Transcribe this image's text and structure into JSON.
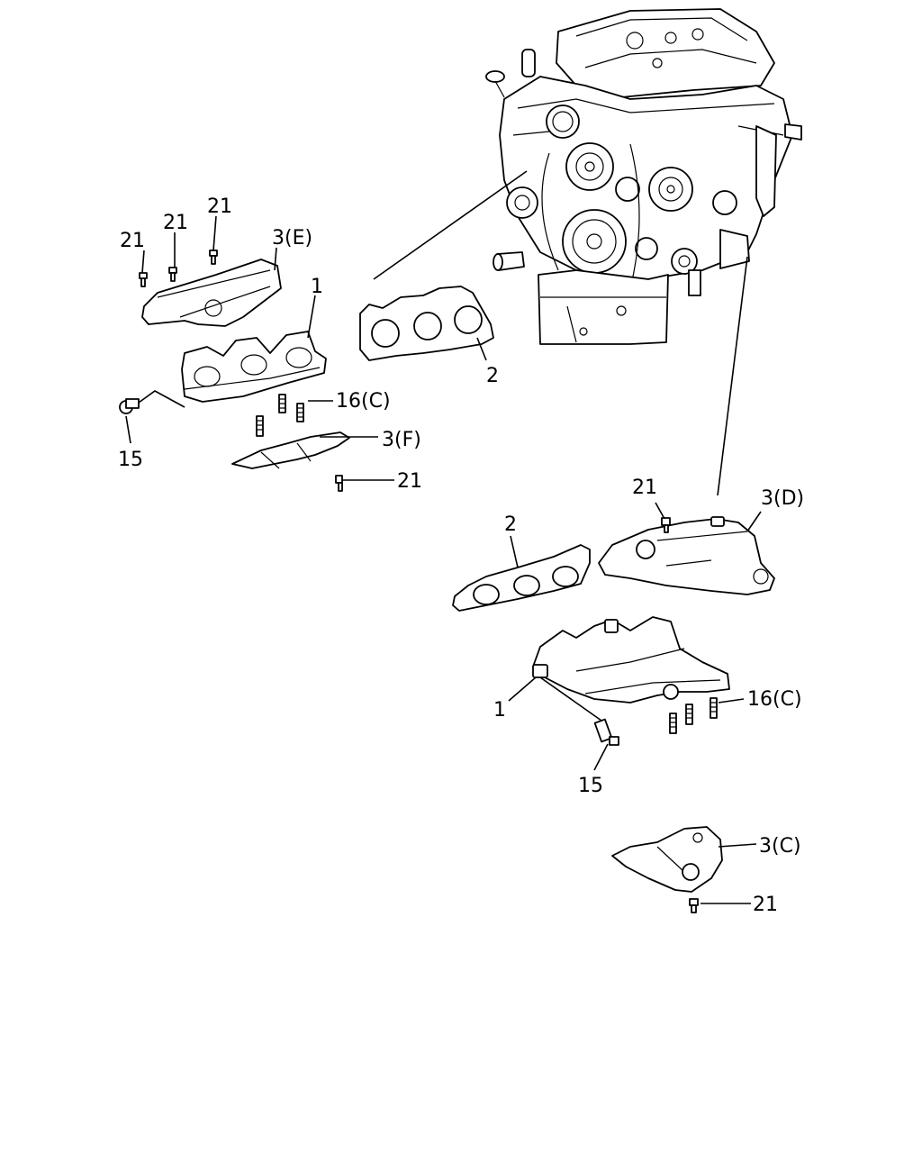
{
  "callouts": {
    "c21_a": "21",
    "c21_b": "21",
    "c21_c": "21",
    "c3e": "3(E)",
    "c1_left": "1",
    "c2_upper": "2",
    "c16c_left": "16(C)",
    "c3f": "3(F)",
    "c15_left": "15",
    "c21_d": "21",
    "c21_e": "21",
    "c3d": "3(D)",
    "c2_lower": "2",
    "c1_right": "1",
    "c16c_right": "16(C)",
    "c15_right": "15",
    "c3c": "3(C)",
    "c21_f": "21"
  }
}
